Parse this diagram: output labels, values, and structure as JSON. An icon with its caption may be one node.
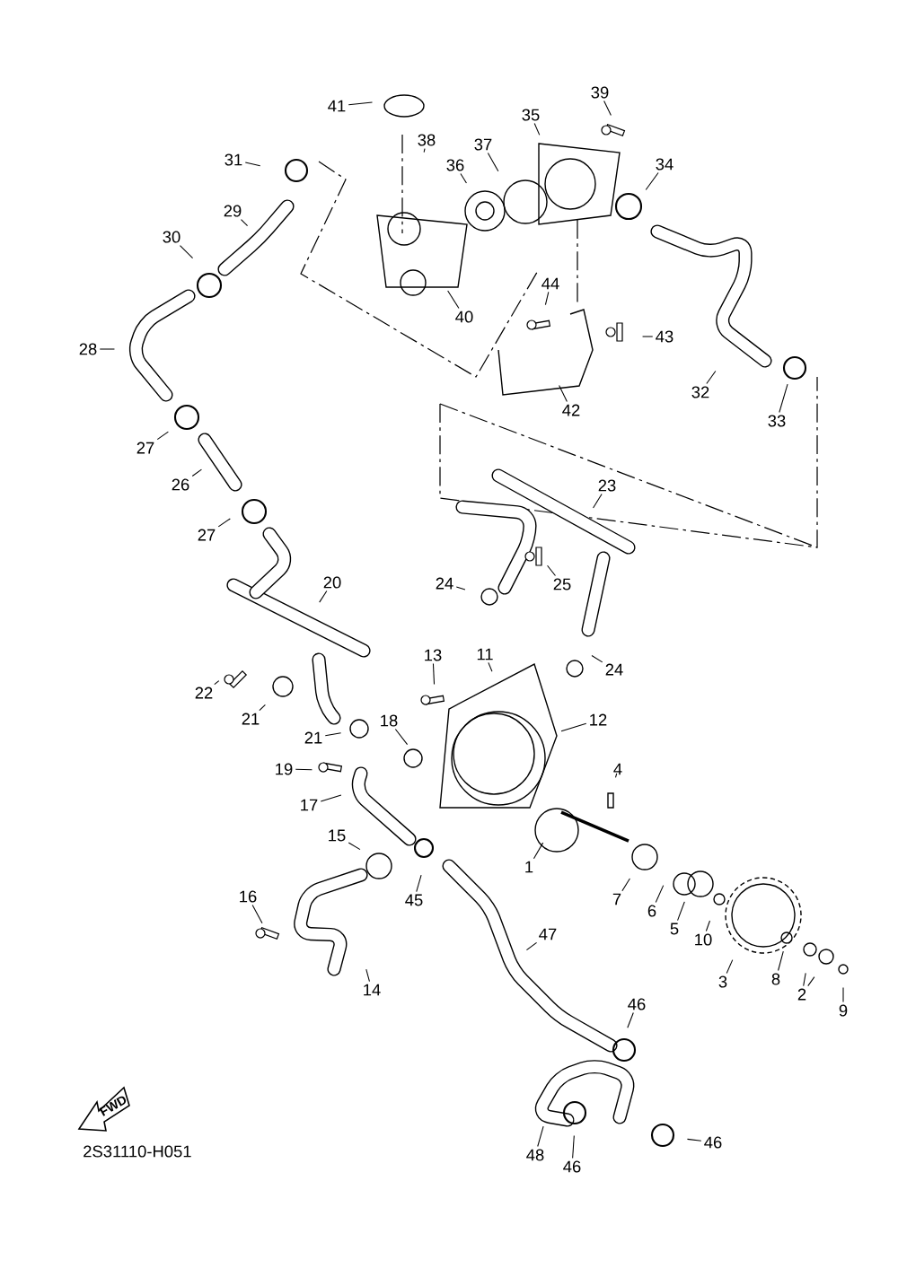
{
  "diagram": {
    "nodes": [
      {
        "text": [
          "41"
        ]
      },
      {
        "text": [
          "38"
        ]
      },
      {
        "text": [
          "36"
        ]
      },
      {
        "text": [
          "37"
        ]
      },
      {
        "text": [
          "35"
        ]
      },
      {
        "text": [
          "39"
        ]
      },
      {
        "text": [
          "31"
        ]
      },
      {
        "text": [
          "34"
        ]
      },
      {
        "text": [
          "29"
        ]
      },
      {
        "text": [
          "30"
        ]
      },
      {
        "text": [
          "40"
        ]
      },
      {
        "text": [
          "44"
        ]
      },
      {
        "text": [
          "43"
        ]
      },
      {
        "text": [
          "28"
        ]
      },
      {
        "text": [
          "42"
        ]
      },
      {
        "text": [
          "32"
        ]
      },
      {
        "text": [
          "33"
        ]
      },
      {
        "text": [
          "27"
        ]
      },
      {
        "text": [
          "26"
        ]
      },
      {
        "text": [
          "27"
        ]
      },
      {
        "text": [
          "23"
        ]
      },
      {
        "text": [
          "20"
        ]
      },
      {
        "text": [
          "24"
        ]
      },
      {
        "text": [
          "25"
        ]
      },
      {
        "text": [
          "24"
        ]
      },
      {
        "text": [
          "13"
        ]
      },
      {
        "text": [
          "11"
        ]
      },
      {
        "text": [
          "22"
        ]
      },
      {
        "text": [
          "21"
        ]
      },
      {
        "text": [
          "21"
        ]
      },
      {
        "text": [
          "18"
        ]
      },
      {
        "text": [
          "12"
        ]
      },
      {
        "text": [
          "19"
        ]
      },
      {
        "text": [
          "4"
        ]
      },
      {
        "text": [
          "17"
        ]
      },
      {
        "text": [
          "15"
        ]
      },
      {
        "text": [
          "1"
        ]
      },
      {
        "text": [
          "45"
        ]
      },
      {
        "text": [
          "7"
        ]
      },
      {
        "text": [
          "6"
        ]
      },
      {
        "text": [
          "5"
        ]
      },
      {
        "text": [
          "10"
        ]
      },
      {
        "text": [
          "16"
        ]
      },
      {
        "text": [
          "47"
        ]
      },
      {
        "text": [
          "3"
        ]
      },
      {
        "text": [
          "8"
        ]
      },
      {
        "text": [
          "2"
        ]
      },
      {
        "text": [
          "9"
        ]
      },
      {
        "text": [
          "14"
        ]
      },
      {
        "text": [
          "46"
        ]
      },
      {
        "text": [
          "48"
        ]
      },
      {
        "text": [
          "46"
        ]
      },
      {
        "text": [
          "46"
        ]
      }
    ],
    "edges": [
      {
        "from": 0,
        "to": null,
        "arrow": "none"
      },
      {
        "from": 1,
        "to": null,
        "arrow": "none"
      },
      {
        "from": 2,
        "to": null,
        "arrow": "none"
      },
      {
        "from": 3,
        "to": null,
        "arrow": "none"
      },
      {
        "from": 4,
        "to": null,
        "arrow": "none"
      },
      {
        "from": 5,
        "to": null,
        "arrow": "none"
      },
      {
        "from": 6,
        "to": null,
        "arrow": "none"
      },
      {
        "from": 7,
        "to": null,
        "arrow": "none"
      },
      {
        "from": 8,
        "to": null,
        "arrow": "none"
      },
      {
        "from": 9,
        "to": null,
        "arrow": "none"
      },
      {
        "from": 10,
        "to": null,
        "arrow": "none"
      },
      {
        "from": 11,
        "to": null,
        "arrow": "none"
      },
      {
        "from": 12,
        "to": null,
        "arrow": "none"
      },
      {
        "from": 13,
        "to": null,
        "arrow": "none"
      },
      {
        "from": 14,
        "to": null,
        "arrow": "none"
      },
      {
        "from": 15,
        "to": null,
        "arrow": "none"
      },
      {
        "from": 16,
        "to": null,
        "arrow": "none"
      },
      {
        "from": 17,
        "to": null,
        "arrow": "none"
      },
      {
        "from": 18,
        "to": null,
        "arrow": "none"
      },
      {
        "from": 19,
        "to": null,
        "arrow": "none"
      },
      {
        "from": 20,
        "to": null,
        "arrow": "none"
      },
      {
        "from": 21,
        "to": null,
        "arrow": "none"
      },
      {
        "from": 22,
        "to": null,
        "arrow": "none"
      },
      {
        "from": 23,
        "to": null,
        "arrow": "none"
      },
      {
        "from": 24,
        "to": null,
        "arrow": "none"
      },
      {
        "from": 25,
        "to": null,
        "arrow": "none"
      },
      {
        "from": 26,
        "to": null,
        "arrow": "none"
      },
      {
        "from": 27,
        "to": null,
        "arrow": "none"
      },
      {
        "from": 28,
        "to": null,
        "arrow": "none"
      },
      {
        "from": 29,
        "to": null,
        "arrow": "none"
      },
      {
        "from": 30,
        "to": null,
        "arrow": "none"
      },
      {
        "from": 31,
        "to": null,
        "arrow": "none"
      },
      {
        "from": 32,
        "to": null,
        "arrow": "none"
      },
      {
        "from": 33,
        "to": null,
        "arrow": "none"
      },
      {
        "from": 34,
        "to": null,
        "arrow": "none"
      },
      {
        "from": 35,
        "to": null,
        "arrow": "none"
      },
      {
        "from": 36,
        "to": null,
        "arrow": "none"
      },
      {
        "from": 37,
        "to": null,
        "arrow": "none"
      },
      {
        "from": 38,
        "to": null,
        "arrow": "none"
      },
      {
        "from": 39,
        "to": null,
        "arrow": "none"
      },
      {
        "from": 40,
        "to": null,
        "arrow": "none"
      },
      {
        "from": 41,
        "to": null,
        "arrow": "none"
      },
      {
        "from": 42,
        "to": null,
        "arrow": "none"
      },
      {
        "from": 43,
        "to": null,
        "arrow": "none"
      },
      {
        "from": 44,
        "to": null,
        "arrow": "none"
      },
      {
        "from": 45,
        "to": null,
        "arrow": "none"
      },
      {
        "from": 46,
        "to": null,
        "arrow": "none"
      },
      {
        "from": 46,
        "to": null,
        "arrow": "none"
      },
      {
        "from": 47,
        "to": null,
        "arrow": "none"
      },
      {
        "from": 48,
        "to": null,
        "arrow": "none"
      },
      {
        "from": 49,
        "to": null,
        "arrow": "none"
      },
      {
        "from": 50,
        "to": null,
        "arrow": "none"
      },
      {
        "from": 51,
        "to": null,
        "arrow": "none"
      },
      {
        "from": 52,
        "to": null,
        "arrow": "none"
      }
    ],
    "labels": [
      "FWD",
      "2S31110-H051"
    ]
  }
}
